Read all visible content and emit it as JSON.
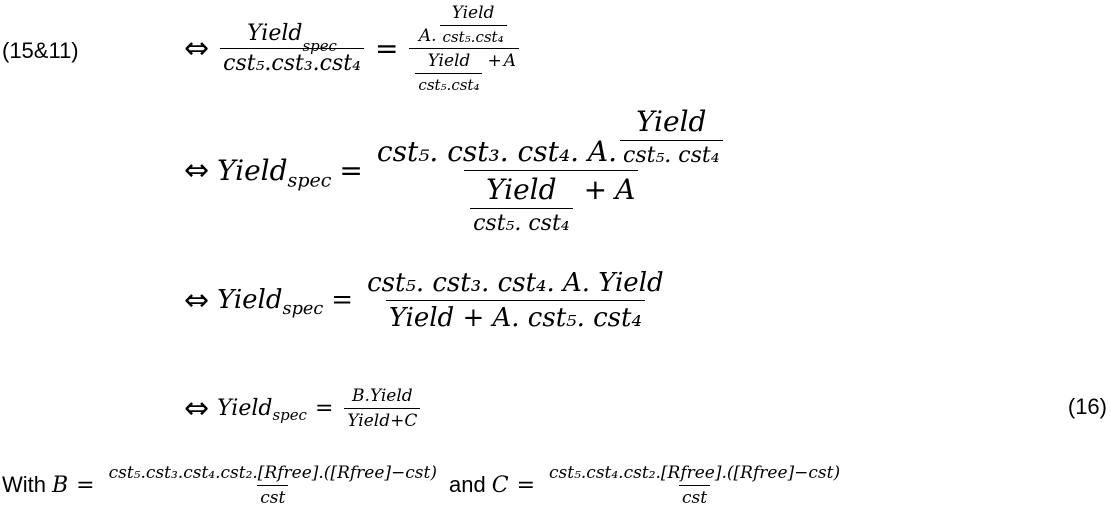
{
  "labels": {
    "left_ref": "(15&11)",
    "right_ref": "(16)",
    "with": "With",
    "and": "and"
  },
  "symbols": {
    "iff": "⇔",
    "equals": "=",
    "plus": "+"
  },
  "eq1": {
    "lhs_num": "Yield",
    "lhs_num_sub": "spec",
    "lhs_den": "cst₅.cst₃.cst₄",
    "rhs_num_a": "A.",
    "rhs_num_frac_num": "Yield",
    "rhs_num_frac_den": "cst₅.cst₄",
    "rhs_den_frac_num": "Yield",
    "rhs_den_frac_den": "cst₅.cst₄",
    "rhs_den_tail": "A"
  },
  "eq2": {
    "lhs": "Yield",
    "lhs_sub": "spec",
    "num_prefix": "cst₅. cst₃. cst₄. A.",
    "num_frac_num": "Yield",
    "num_frac_den": "cst₅. cst₄",
    "den_frac_num": "Yield",
    "den_frac_den": "cst₅. cst₄",
    "den_tail": "A"
  },
  "eq3": {
    "lhs": "Yield",
    "lhs_sub": "spec",
    "num": "cst₅. cst₃. cst₄. A. Yield",
    "den": "Yield + A. cst₅. cst₄"
  },
  "eq4": {
    "lhs": "Yield",
    "lhs_sub": "spec",
    "num": "B.Yield",
    "den": "Yield+C"
  },
  "defs": {
    "b_var": "B",
    "b_num": "cst₅.cst₃.cst₄.cst₂.[Rfree].([Rfree]−cst)",
    "b_den": "cst",
    "c_var": "C",
    "c_num": "cst₅.cst₄.cst₂.[Rfree].([Rfree]−cst)",
    "c_den": "cst"
  }
}
